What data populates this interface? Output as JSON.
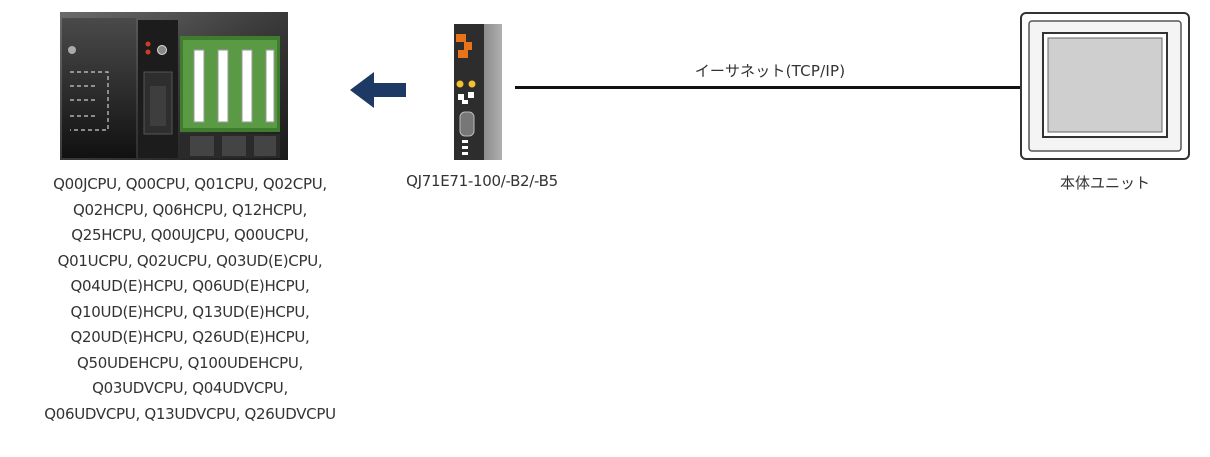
{
  "connection": {
    "label": "イーサネット(TCP/IP)"
  },
  "plc": {
    "model_lines": [
      "Q00JCPU, Q00CPU, Q01CPU, Q02CPU,",
      "Q02HCPU, Q06HCPU, Q12HCPU,",
      "Q25HCPU, Q00UJCPU, Q00UCPU,",
      "Q01UCPU, Q02UCPU, Q03UD(E)CPU,",
      "Q04UD(E)HCPU, Q06UD(E)HCPU,",
      "Q10UD(E)HCPU, Q13UD(E)HCPU,",
      "Q20UD(E)HCPU, Q26UD(E)HCPU,",
      "Q50UDEHCPU, Q100UDEHCPU,",
      "Q03UDVCPU, Q04UDVCPU,",
      "Q06UDVCPU, Q13UDVCPU, Q26UDVCPU"
    ]
  },
  "ethernet_module": {
    "model": "QJ71E71-100/-B2/-B5"
  },
  "hmi": {
    "label": "本体ユニット"
  },
  "colors": {
    "arrow": "#1e3a64",
    "line": "#111111",
    "module_accent": "#e8731a",
    "rack_green": "#4f8f3a"
  }
}
